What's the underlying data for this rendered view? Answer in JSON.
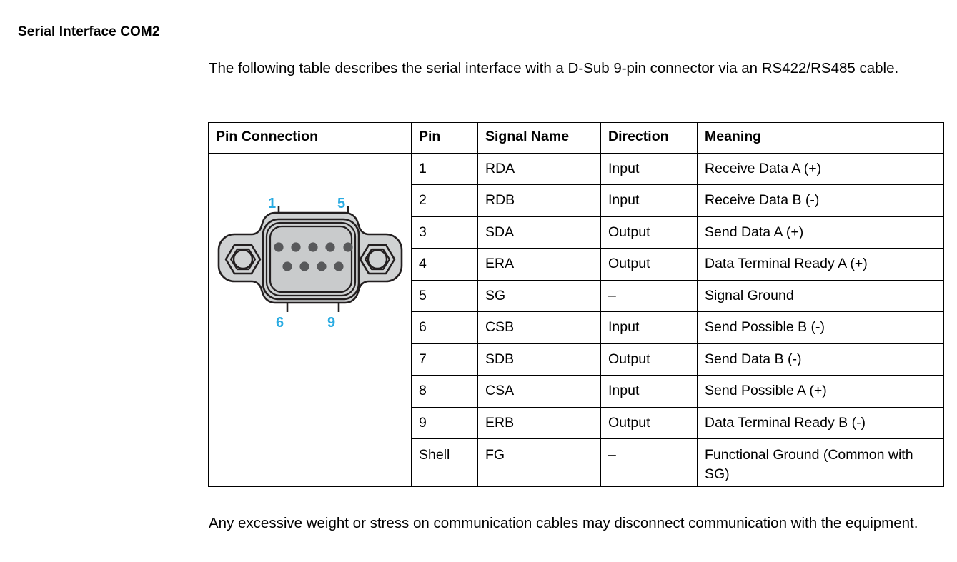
{
  "page": {
    "title": "Serial Interface COM2",
    "intro_paragraph": "The following table describes the serial interface with a D-Sub 9-pin connector via an RS422/RS485 cable.",
    "footer_note": "Any excessive weight or stress on communication cables may disconnect communication with the equipment."
  },
  "colors": {
    "pin_label": "#29ABE2",
    "connector_fill": "#d0d2d3",
    "connector_outline": "#231f20",
    "pin_dot": "#58595b",
    "table_border": "#000000",
    "text": "#000000"
  },
  "table": {
    "headers": [
      "Pin Connection",
      "Pin",
      "Signal Name",
      "Direction",
      "Meaning"
    ],
    "rows": [
      {
        "pin": "1",
        "signal": "RDA",
        "direction": "Input",
        "meaning": "Receive Data A (+)"
      },
      {
        "pin": "2",
        "signal": "RDB",
        "direction": "Input",
        "meaning": "Receive Data B (-)"
      },
      {
        "pin": "3",
        "signal": "SDA",
        "direction": "Output",
        "meaning": "Send Data A (+)"
      },
      {
        "pin": "4",
        "signal": "ERA",
        "direction": "Output",
        "meaning": "Data Terminal Ready A (+)"
      },
      {
        "pin": "5",
        "signal": "SG",
        "direction": "–",
        "meaning": "Signal Ground"
      },
      {
        "pin": "6",
        "signal": "CSB",
        "direction": "Input",
        "meaning": "Send Possible B (-)"
      },
      {
        "pin": "7",
        "signal": "SDB",
        "direction": "Output",
        "meaning": "Send Data B (-)"
      },
      {
        "pin": "8",
        "signal": "CSA",
        "direction": "Input",
        "meaning": "Send Possible A (+)"
      },
      {
        "pin": "9",
        "signal": "ERB",
        "direction": "Output",
        "meaning": "Data Terminal Ready B (-)"
      },
      {
        "pin": "Shell",
        "signal": "FG",
        "direction": "–",
        "meaning": "Functional Ground (Common with SG)"
      }
    ]
  },
  "connector": {
    "type": "D-Sub 9-pin male connector front view",
    "labels": [
      {
        "id": "1",
        "text": "1"
      },
      {
        "id": "5",
        "text": "5"
      },
      {
        "id": "6",
        "text": "6"
      },
      {
        "id": "9",
        "text": "9"
      }
    ],
    "top_row_pin_count": 5,
    "bottom_row_pin_count": 4
  }
}
